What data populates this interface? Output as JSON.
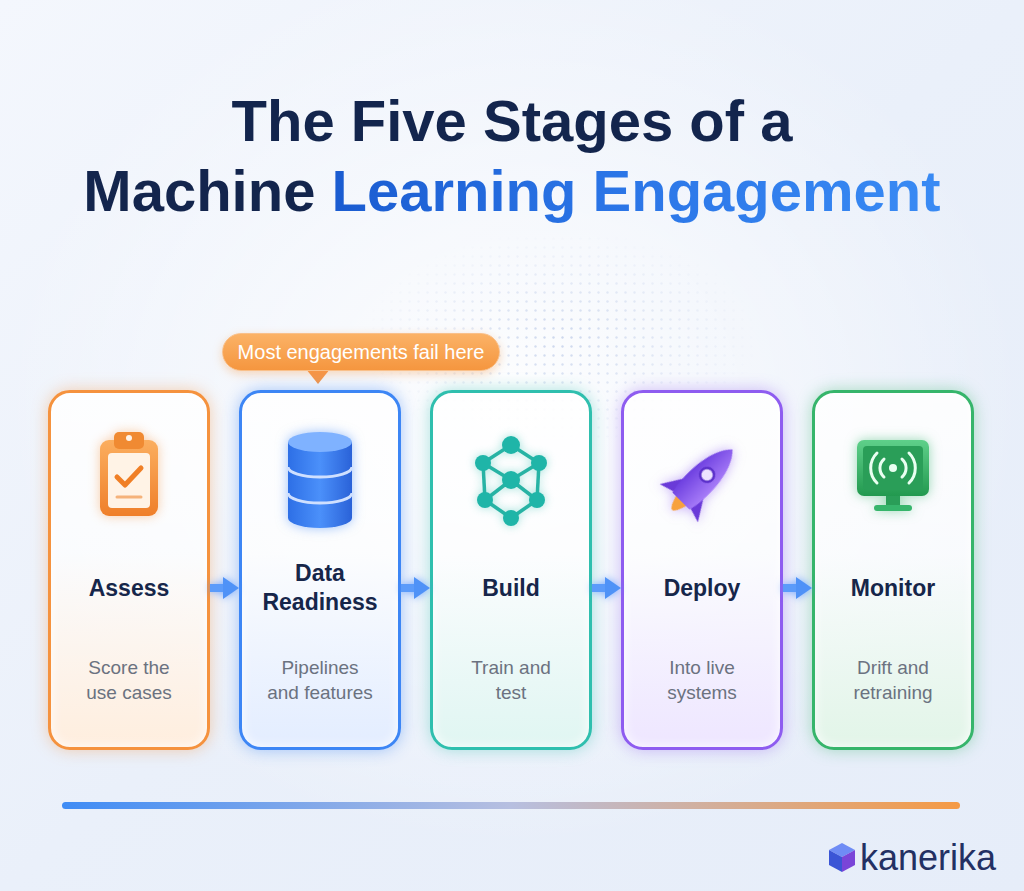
{
  "diagram": {
    "title": "The Five Stages of a Machine Learning Engagement",
    "nodes": [
      {
        "text": [
          "Most engagements fail here"
        ]
      },
      {
        "text": [
          "Assess",
          "Score the use cases"
        ]
      },
      {
        "text": [
          "Data Readiness",
          "Pipelines and features"
        ]
      },
      {
        "text": [
          "Build",
          "Train and test"
        ]
      },
      {
        "text": [
          "Deploy",
          "Into live systems"
        ]
      },
      {
        "text": [
          "Monitor",
          "Drift and retraining"
        ]
      }
    ],
    "edges": [
      {
        "from": 1,
        "to": 2,
        "arrow": "to"
      },
      {
        "from": 2,
        "to": 3,
        "arrow": "to"
      },
      {
        "from": 3,
        "to": 4,
        "arrow": "to"
      },
      {
        "from": 4,
        "to": 5,
        "arrow": "to"
      }
    ],
    "labels": [
      "kanerika"
    ]
  }
}
